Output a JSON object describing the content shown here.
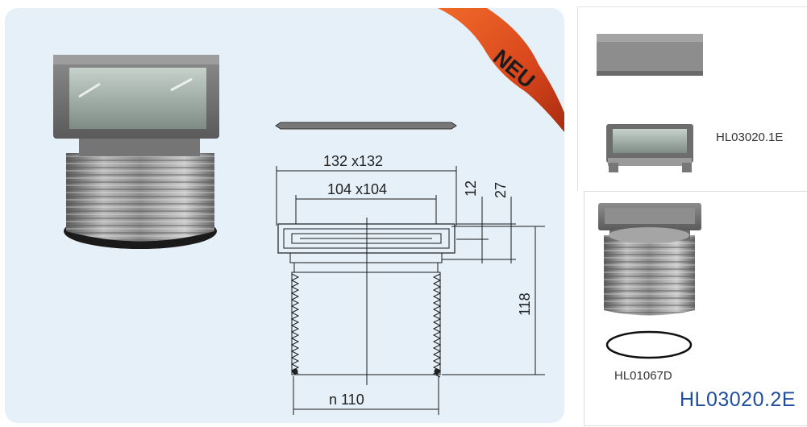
{
  "badge": {
    "text": "NEU",
    "color": "#d8461c"
  },
  "drawing": {
    "dim_outer": "132 x132",
    "dim_inner": "104 x104",
    "dim_12": "12",
    "dim_27": "27",
    "dim_118": "118",
    "dim_base": "n 110"
  },
  "parts": {
    "part_a_code": "HL03020.1E",
    "part_b_code": "HL01067D",
    "main_code": "HL03020.2E",
    "main_code_color": "#1f4e9c"
  },
  "colors": {
    "panel_bg": "#e6f0f8",
    "metal_dark": "#6e6e6e",
    "metal_light": "#c8c8c8"
  }
}
